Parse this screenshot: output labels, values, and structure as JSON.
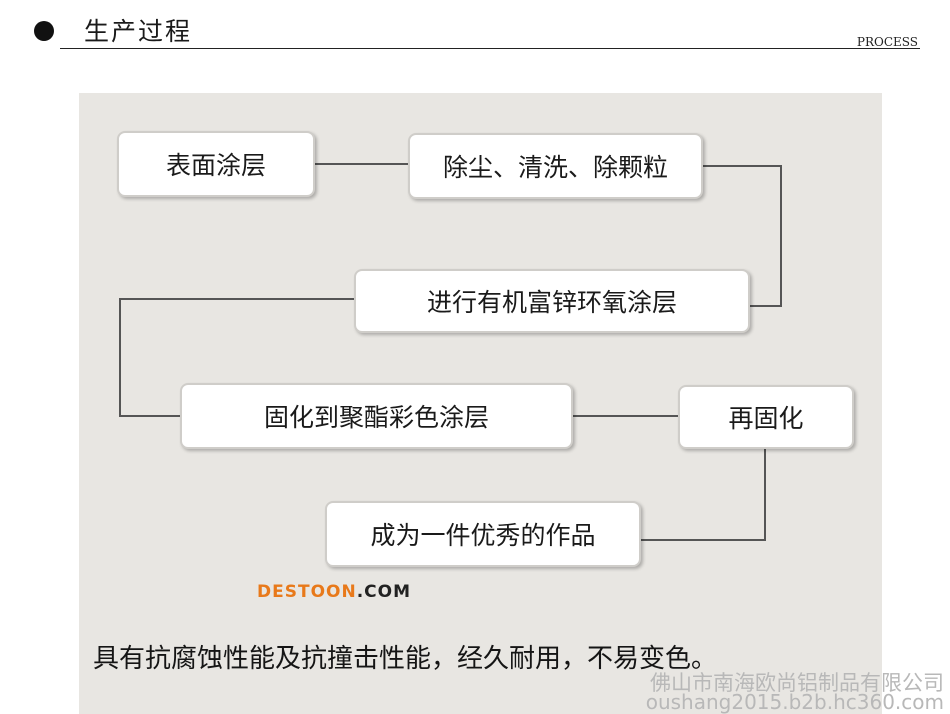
{
  "header": {
    "title": "生产过程",
    "subtitle": "PROCESS"
  },
  "diagram": {
    "nodes": {
      "surface_coating": "表面涂层",
      "dust_clean": "除尘、清洗、除颗粒",
      "zinc_epoxy": "进行有机富锌环氧涂层",
      "polyester_coating": "固化到聚酯彩色涂层",
      "recure": "再固化",
      "finished": "成为一件优秀的作品"
    },
    "caption": "具有抗腐蚀性能及抗撞击性能，经久耐用，不易变色。"
  },
  "watermarks": {
    "logo_part1": "DESTOON",
    "logo_part2": ".COM",
    "company": "佛山市南海欧尚铝制品有限公司",
    "url": "oushang2015.b2b.hc360.com"
  },
  "colors": {
    "panel_background": "#e8e6e2",
    "node_border": "#cfcdc9",
    "connector": "#555555",
    "logo_accent": "#e8791a"
  }
}
